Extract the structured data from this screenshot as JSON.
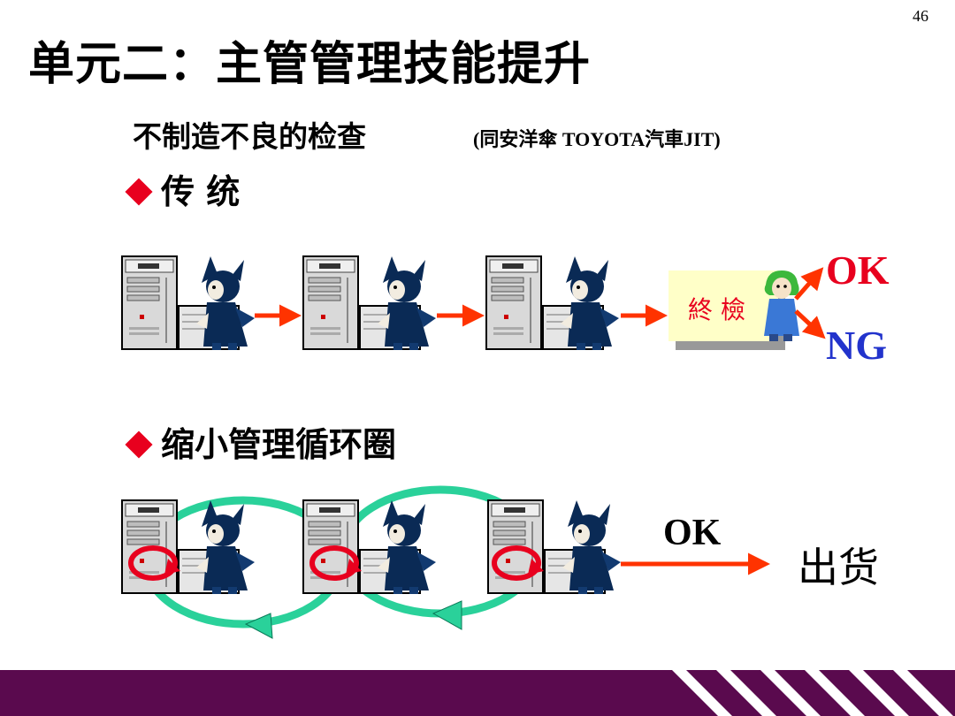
{
  "page_number": "46",
  "title": "单元二：主管管理技能提升",
  "subtitle": "不制造不良的检查",
  "subtitle_note": "(同安洋傘  TOYOTA汽車JIT)",
  "section_traditional": {
    "label": "传 统",
    "final_inspection_label": "終 檢",
    "ok_label": "OK",
    "ng_label": "NG"
  },
  "section_cycle": {
    "label": "缩小管理循环圈",
    "ok_label": "OK",
    "ship_label": "出货"
  },
  "colors": {
    "bullet": "#e8001e",
    "arrow": "#ff3300",
    "ok_red": "#e8001e",
    "ng_blue": "#2233cc",
    "cycle_green": "#2ad19a",
    "inspection_box": "#ffffc8",
    "footer_band": "#5a0a4e"
  }
}
